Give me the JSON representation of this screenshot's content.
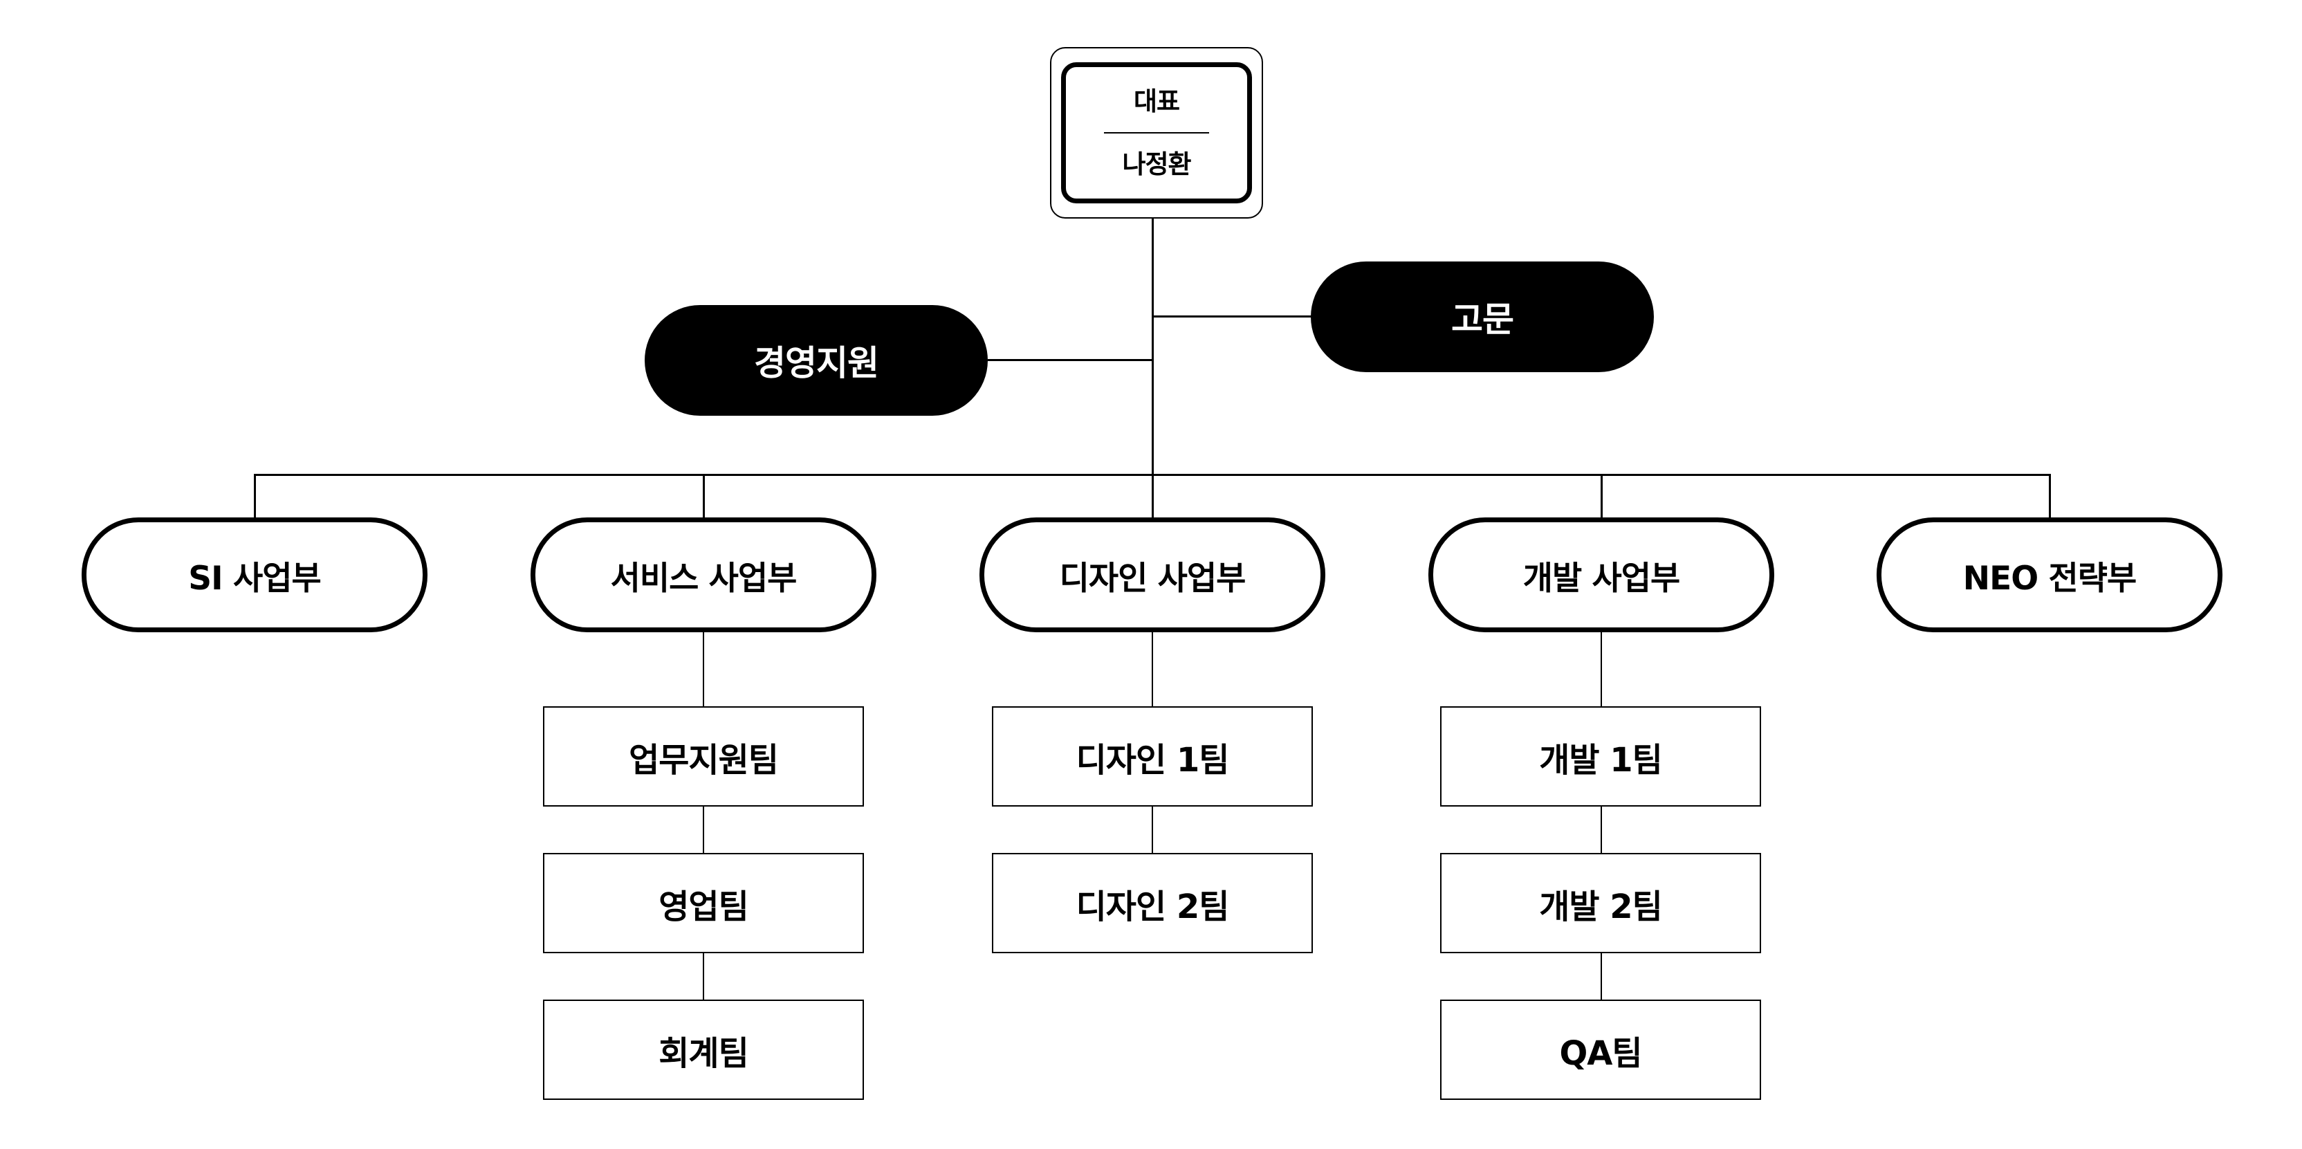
{
  "ceo": {
    "title": "대표",
    "name": "나정환"
  },
  "advisory": [
    {
      "label": "고문"
    },
    {
      "label": "경영지원"
    }
  ],
  "divisions": [
    {
      "label": "SI 사업부",
      "teams": []
    },
    {
      "label": "서비스 사업부",
      "teams": [
        "업무지원팀",
        "영업팀",
        "회계팀"
      ]
    },
    {
      "label": "디자인 사업부",
      "teams": [
        "디자인 1팀",
        "디자인 2팀"
      ]
    },
    {
      "label": "개발 사업부",
      "teams": [
        "개발 1팀",
        "개발 2팀",
        "QA팀"
      ]
    },
    {
      "label": "NEO 전략부",
      "teams": []
    }
  ],
  "colors": {
    "line": "#000000",
    "filled_node": "#000000",
    "background": "#ffffff"
  }
}
